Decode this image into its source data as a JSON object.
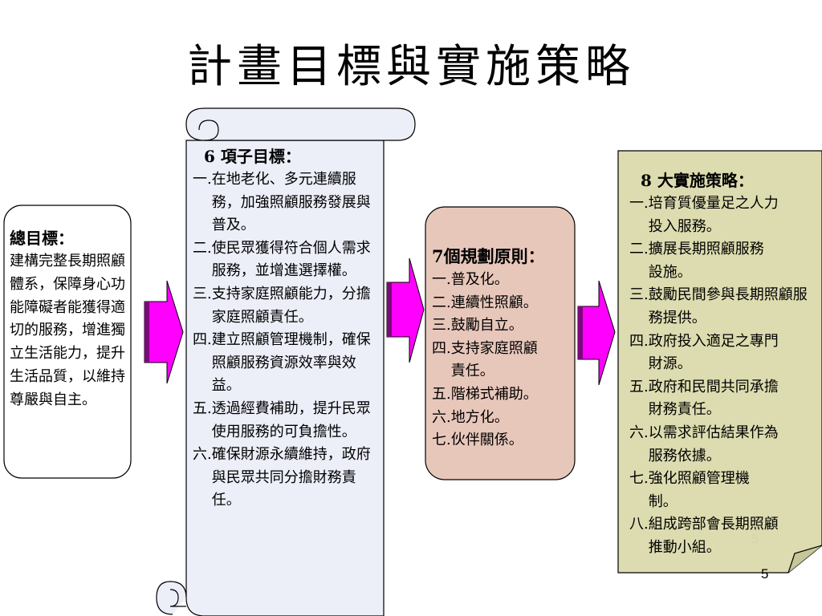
{
  "title": "計畫目標與實施策略",
  "goal": {
    "heading": "總目標：",
    "text": "建構完整長期照顧體系，保障身心功能障礙者能獲得適切的服務，增進獨立生活能力，提升生活品質，以維持尊嚴與自主。"
  },
  "objectives": {
    "heading": "6 項子目標：",
    "items": [
      {
        "num": "一.",
        "text": "在地老化、多元連續服務，加強照顧服務發展與普及。"
      },
      {
        "num": "二.",
        "text": "使民眾獲得符合個人需求服務，並增進選擇權。"
      },
      {
        "num": "三.",
        "text": "支持家庭照顧能力，分擔家庭照顧責任。"
      },
      {
        "num": "四.",
        "text": "建立照顧管理機制，確保照顧服務資源效率與效益。"
      },
      {
        "num": "五.",
        "text": "透過經費補助，提升民眾使用服務的可負擔性。"
      },
      {
        "num": "六.",
        "text": "確保財源永續維持，政府與民眾共同分擔財務責任。"
      }
    ]
  },
  "principles": {
    "heading": "7個規劃原則：",
    "items": [
      {
        "num": "一.",
        "text": "普及化。"
      },
      {
        "num": "二.",
        "text": "連續性照顧。"
      },
      {
        "num": "三.",
        "text": "鼓勵自立。"
      },
      {
        "num": "四.",
        "text": "支持家庭照顧責任。"
      },
      {
        "num": "五.",
        "text": "階梯式補助。"
      },
      {
        "num": "六.",
        "text": "地方化。"
      },
      {
        "num": "七.",
        "text": "伙伴關係。"
      }
    ]
  },
  "strategies": {
    "heading": "8 大實施策略：",
    "items": [
      {
        "num": "一.",
        "text": "培育質優量足之人力投入服務。"
      },
      {
        "num": "二.",
        "text": "擴展長期照顧服務設施。"
      },
      {
        "num": "三.",
        "text": "鼓勵民間參與長期照顧服務提供。"
      },
      {
        "num": "四.",
        "text": "政府投入適足之專門財源。"
      },
      {
        "num": "五.",
        "text": "政府和民間共同承擔財務責任。"
      },
      {
        "num": "六.",
        "text": "以需求評估結果作為服務依據。"
      },
      {
        "num": "七.",
        "text": "強化照顧管理機制。"
      },
      {
        "num": "八.",
        "text": "組成跨部會長期照顧推動小組。"
      }
    ]
  },
  "page_number": "5",
  "page_number_ghost": "5",
  "colors": {
    "scroll_fill": "#eceef8",
    "principles_fill": "#e8c7bb",
    "strategies_fill": "#dcdcb0",
    "arrow_fill": "#ff00ff"
  }
}
